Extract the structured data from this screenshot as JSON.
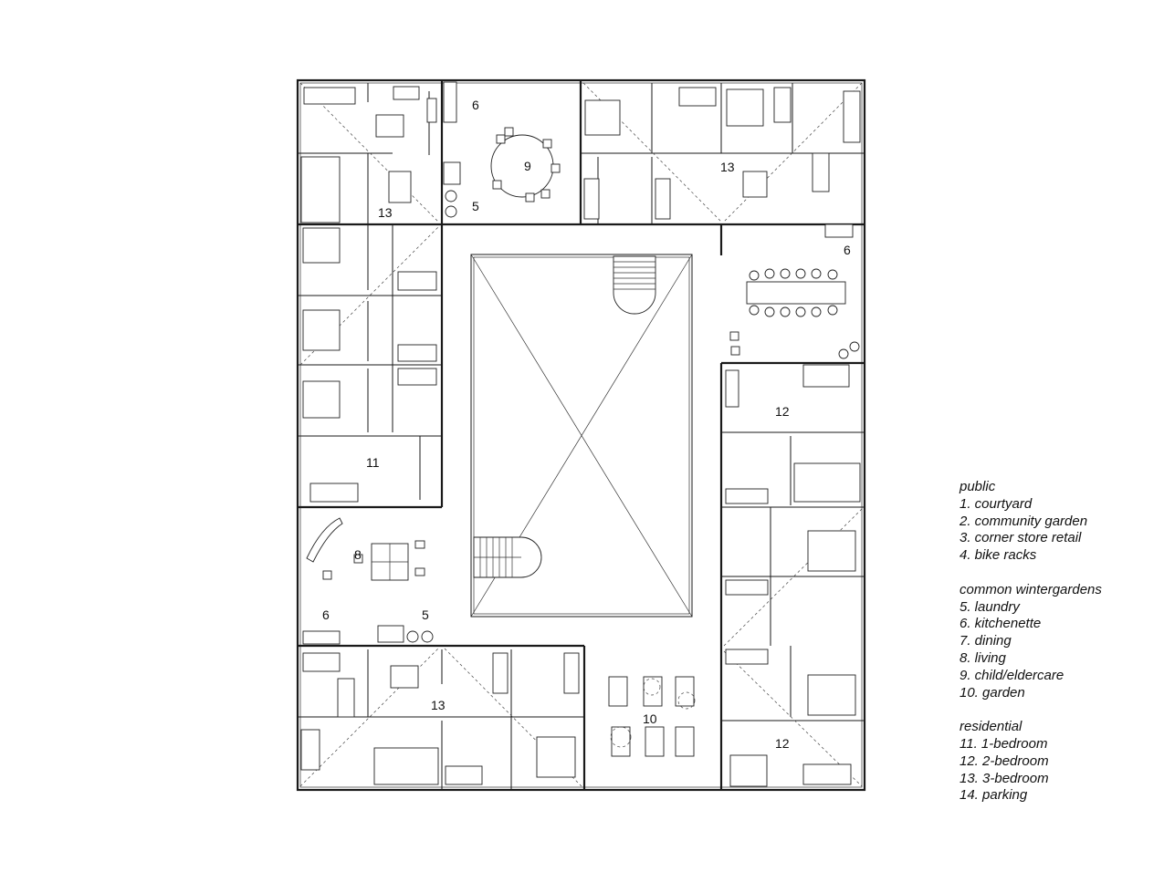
{
  "plan": {
    "labels": {
      "r6_top": "6",
      "r9": "9",
      "r5_top": "5",
      "r13_tl": "13",
      "r13_tr": "13",
      "r6_right": "6",
      "r12_top": "12",
      "r11": "11",
      "r8": "8",
      "r6_left": "6",
      "r5_left": "5",
      "r13_bl": "13",
      "r10": "10",
      "r12_bottom": "12"
    }
  },
  "legend": {
    "groups": [
      {
        "heading": "public",
        "items": [
          "1. courtyard",
          "2. community garden",
          "3. corner store retail",
          "4. bike racks"
        ]
      },
      {
        "heading": "common wintergardens",
        "items": [
          "5. laundry",
          "6. kitchenette",
          "7. dining",
          "8. living",
          "9. child/eldercare",
          "10. garden"
        ]
      },
      {
        "heading": "residential",
        "items": [
          "11. 1-bedroom",
          "12. 2-bedroom",
          "13. 3-bedroom",
          "14. parking"
        ]
      }
    ]
  }
}
